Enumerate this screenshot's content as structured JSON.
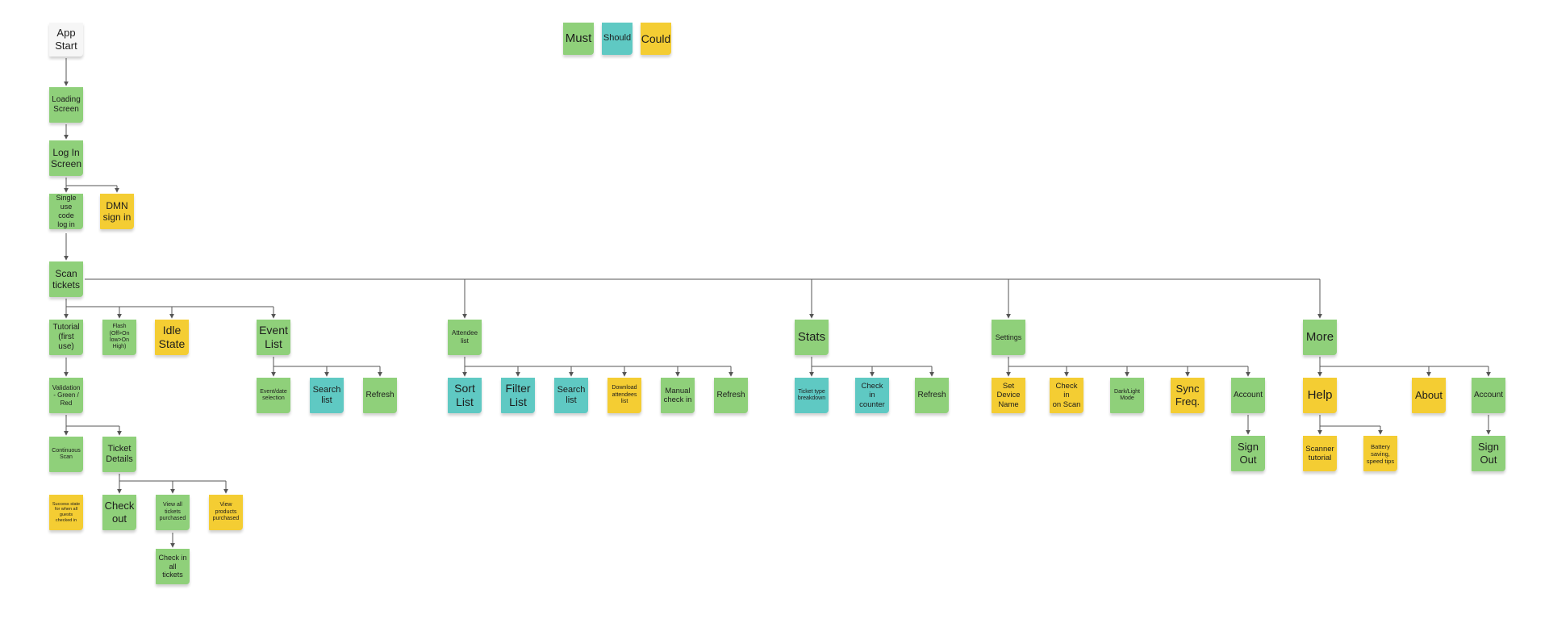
{
  "colors": {
    "must": "#8fd07a",
    "should": "#5fc9c3",
    "could": "#f4cd33",
    "white": "#f6f6f6",
    "line": "#555555"
  },
  "legend": {
    "must": "Must",
    "should": "Should",
    "could": "Could"
  },
  "nodes": {
    "app_start": "App\nStart",
    "loading": "Loading\nScreen",
    "login": "Log In\nScreen",
    "single_use": "Single\nuse code\nlog in",
    "dmn": "DMN\nsign in",
    "scan": "Scan\ntickets",
    "tutorial": "Tutorial\n(first\nuse)",
    "flash": "Flash\n(Off>On\nlow>On\nHigh)",
    "idle": "Idle\nState",
    "validation": "Validation\n- Green /\nRed",
    "continuous": "Continuous\nScan",
    "success": "Success state\nfor when all\nguests\nchecked in",
    "ticket_details": "Ticket\nDetails",
    "checkout": "Check\nout",
    "view_all_tickets": "View all\ntickets\npurchased",
    "view_products": "View\nproducts\npurchased",
    "checkin_all": "Check in\nall\ntickets",
    "event_list": "Event\nList",
    "event_date": "Event/date\nselection",
    "event_search": "Search\nlist",
    "event_refresh": "Refresh",
    "attendee": "Attendee\nlist",
    "sort": "Sort\nList",
    "filter": "Filter\nList",
    "att_search": "Search\nlist",
    "download": "Download\nattendees\nlist",
    "manual": "Manual\ncheck in",
    "att_refresh": "Refresh",
    "stats": "Stats",
    "ticket_type": "Ticket type\nbreakdown",
    "checkin_counter": "Check in\ncounter",
    "stats_refresh": "Refresh",
    "settings": "Settings",
    "set_device": "Set\nDevice\nName",
    "checkin_scan": "Check in\non Scan",
    "dark_light": "Dark/Light\nMode",
    "sync": "Sync\nFreq.",
    "account1": "Account",
    "signout1": "Sign\nOut",
    "more": "More",
    "help": "Help",
    "about": "About",
    "account2": "Account",
    "scanner_tutorial": "Scanner\ntutorial",
    "battery": "Battery\nsaving,\nspeed tips",
    "signout2": "Sign\nOut"
  }
}
